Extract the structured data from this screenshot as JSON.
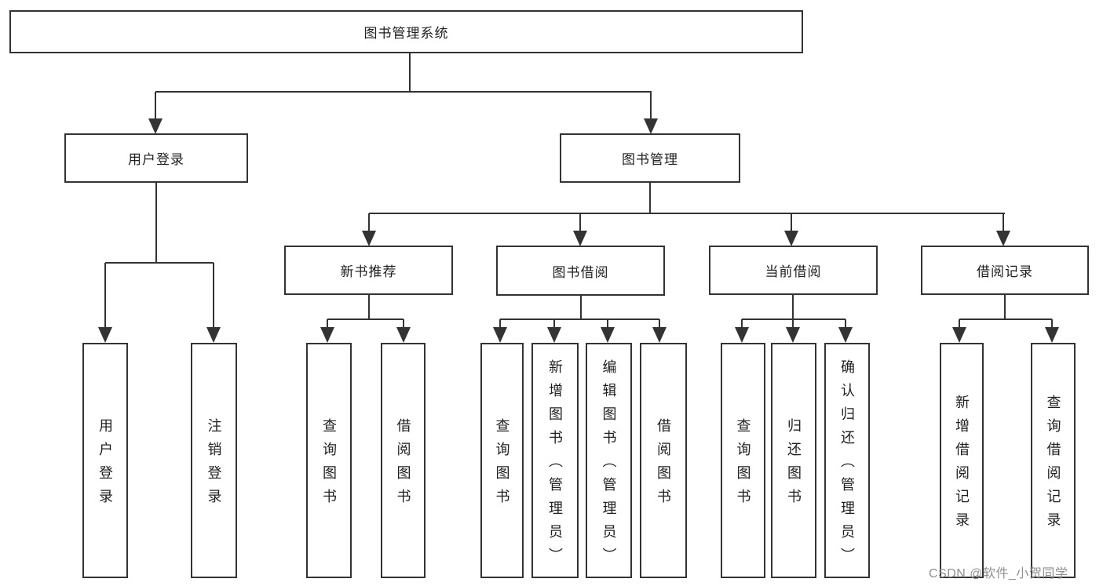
{
  "tree": {
    "root": {
      "label": "图书管理系统"
    },
    "level2": [
      {
        "label": "用户登录"
      },
      {
        "label": "图书管理"
      }
    ],
    "level3": [
      {
        "label": "新书推荐"
      },
      {
        "label": "图书借阅"
      },
      {
        "label": "当前借阅"
      },
      {
        "label": "借阅记录"
      }
    ],
    "leaves": {
      "user": [
        "用户登录",
        "注销登录"
      ],
      "recommend": [
        "查询图书",
        "借阅图书"
      ],
      "borrow": [
        "查询图书",
        "新增图书（管理员）",
        "编辑图书（管理员）",
        "借阅图书"
      ],
      "current": [
        "查询图书",
        "归还图书",
        "确认归还（管理员）"
      ],
      "records": [
        "新增借阅记录",
        "查询借阅记录"
      ]
    }
  },
  "watermark": {
    "text": "CSDN @软件_小贺同学"
  },
  "colors": {
    "stroke": "#333333",
    "node_border": "#333333",
    "node_background": "#ffffff",
    "text": "#1f1f1f",
    "watermark": "#8f8f8f",
    "background": "#ffffff"
  }
}
